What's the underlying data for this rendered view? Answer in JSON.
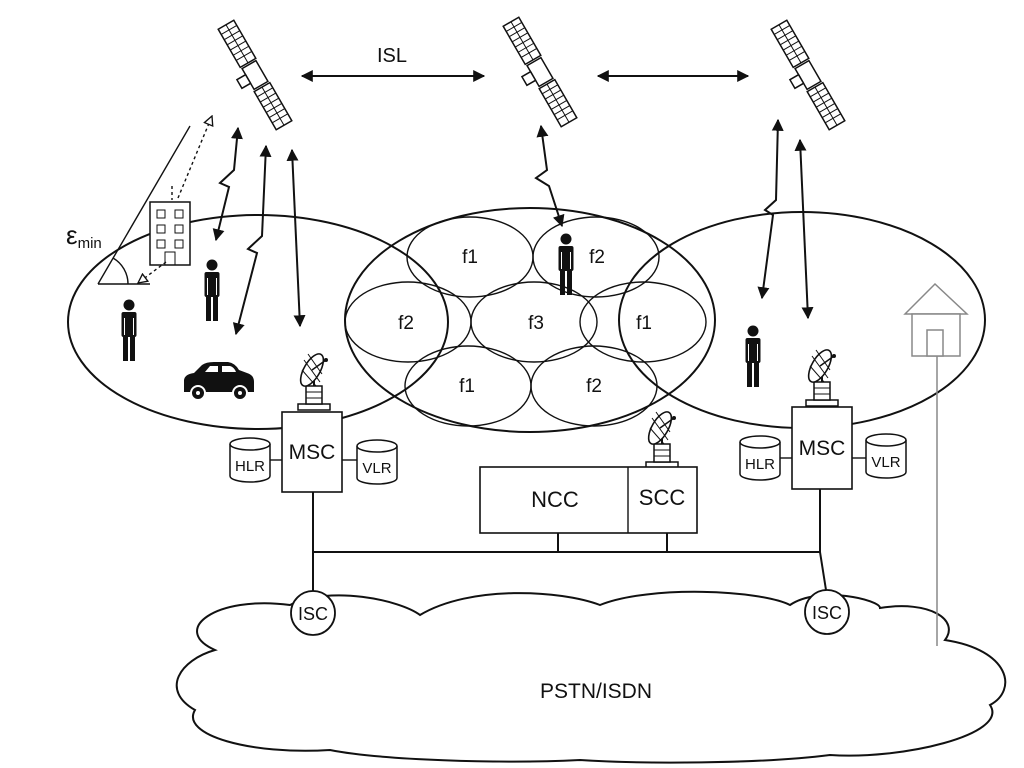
{
  "diagram": {
    "isl": "ISL",
    "elevation": {
      "symbol": "ε",
      "subscript": "min"
    },
    "cells": [
      "f1",
      "f2",
      "f2",
      "f3",
      "f1",
      "f1",
      "f2"
    ],
    "left_gateway": {
      "msc": "MSC",
      "hlr": "HLR",
      "vlr": "VLR"
    },
    "right_gateway": {
      "msc": "MSC",
      "hlr": "HLR",
      "vlr": "VLR"
    },
    "control_center": {
      "ncc": "NCC",
      "scc": "SCC"
    },
    "switching": {
      "left": "ISC",
      "right": "ISC"
    },
    "network": "PSTN/ISDN"
  }
}
